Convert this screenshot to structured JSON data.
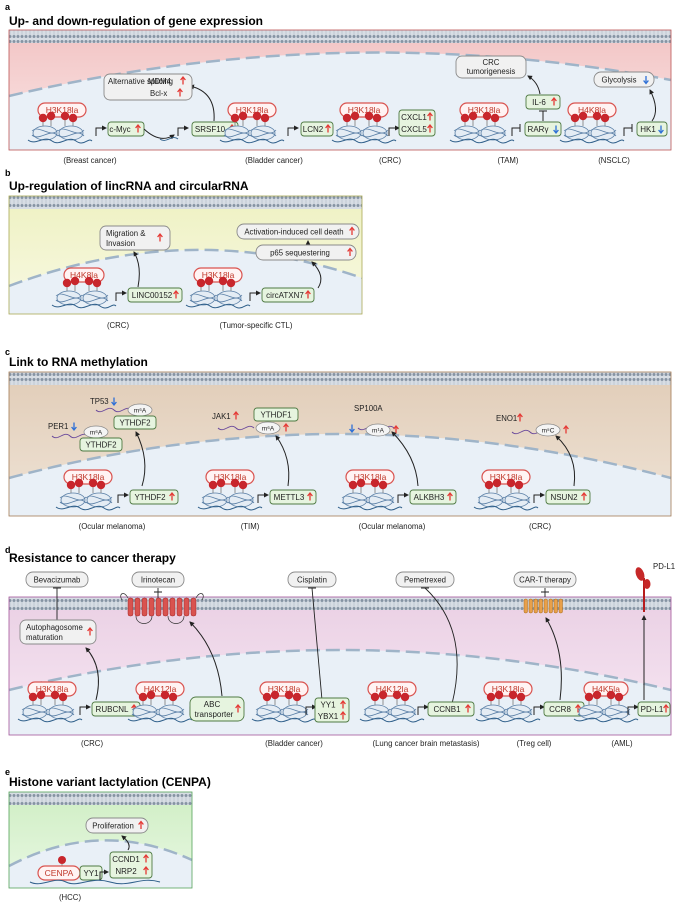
{
  "sections": {
    "a": {
      "letter": "a",
      "title": "Up- and down-regulation of gene expression",
      "alt_splicing": "Alternative splicing",
      "mdm4": "MDM4",
      "bclx": "Bcl-x",
      "crc_tumor_1": "CRC",
      "crc_tumor_2": "tumorigenesis",
      "glycolysis": "Glycolysis",
      "il6": "IL-6",
      "rar": "RARγ",
      "marks": [
        "H3K18la",
        "H3K18la",
        "H3K18la",
        "H3K18la",
        "H4K8la"
      ],
      "genes": {
        "cmyc": "c-Myc",
        "srsf10": "SRSF10",
        "lcn2": "LCN2",
        "cxcl1": "CXCL1",
        "cxcl5": "CXCL5",
        "hk1": "HK1"
      },
      "contexts": [
        "(Breast cancer)",
        "(Bladder cancer)",
        "(CRC)",
        "(TAM)",
        "(NSCLC)"
      ]
    },
    "b": {
      "letter": "b",
      "title": "Up-regulation of lincRNA and circularRNA",
      "migration_1": "Migration &",
      "migration_2": "Invasion",
      "activation": "Activation-induced cell death",
      "p65": "p65 sequestering",
      "marks": [
        "H4K8la",
        "H3K18la"
      ],
      "genes": {
        "linc": "LINC00152",
        "circ": "circATXN7"
      },
      "contexts": [
        "(CRC)",
        "(Tumor-specific CTL)"
      ]
    },
    "c": {
      "letter": "c",
      "title": "Link to RNA methylation",
      "tp53": "TP53",
      "per1": "PER1",
      "m6a": "m⁶A",
      "ythdf2": "YTHDF2",
      "jak1": "JAK1",
      "ythdf1": "YTHDF1",
      "sp100a": "SP100A",
      "m1a": "m¹A",
      "eno1": "ENO1",
      "m5c": "m⁵C",
      "marks": [
        "H3K18la",
        "H3K18la",
        "H3K18la",
        "H3K18la"
      ],
      "genes": {
        "ythdf2": "YTHDF2",
        "mettl3": "METTL3",
        "alkbh3": "ALKBH3",
        "nsun2": "NSUN2"
      },
      "contexts": [
        "(Ocular melanoma)",
        "(TIM)",
        "(Ocular melanoma)",
        "(CRC)"
      ]
    },
    "d": {
      "letter": "d",
      "title": "Resistance to cancer therapy",
      "drugs": {
        "bevacizumab": "Bevacizumab",
        "irinotecan": "Irinotecan",
        "cisplatin": "Cisplatin",
        "pemetrexed": "Pemetrexed",
        "cart": "CAR-T therapy"
      },
      "pdl1_label": "PD-L1",
      "autophago_1": "Autophagosome",
      "autophago_2": "maturation",
      "marks": [
        "H3K18la",
        "H4K12la",
        "H3K18la",
        "H4K12la",
        "H3K18la",
        "H4K5la"
      ],
      "genes": {
        "rubcnl": "RUBCNL",
        "abc_1": "ABC",
        "abc_2": "transporter",
        "yy1": "YY1",
        "ybx1": "YBX1",
        "ccnb1": "CCNB1",
        "ccr8": "CCR8",
        "pdl1": "PD-L1"
      },
      "contexts": [
        "(CRC)",
        "(Bladder cancer)",
        "(Lung cancer brain metastasis)",
        "(Treg cell)",
        "(AML)"
      ]
    },
    "e": {
      "letter": "e",
      "title": "Histone variant lactylation (CENPA)",
      "proliferation": "Proliferation",
      "cenpa": "CENPA",
      "yy1": "YY1",
      "ccnd1": "CCND1",
      "nrp2": "NRP2",
      "context": "(HCC)"
    }
  },
  "colors": {
    "mark_red": "#d9534f",
    "up_arrow": "#e53935",
    "down_arrow": "#2d6fd6",
    "gene_green": "#e6f4df",
    "panel_a": "#f6d3d3",
    "panel_b": "#f4f6cf",
    "panel_c": "#e9d9c9",
    "panel_d": "#f0d8ea",
    "panel_e": "#dcf3d3",
    "nucleus": "#eaf1f8",
    "membrane": "#9aa7b5"
  }
}
